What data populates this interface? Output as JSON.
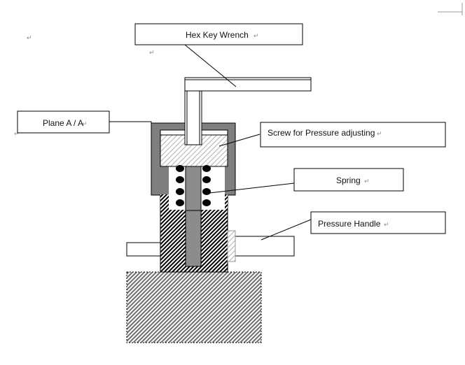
{
  "diagram": {
    "title": "Pressure adjusting valve cross-section",
    "labels": {
      "hex_key_wrench": "Hex Key Wrench",
      "plane": "Plane A / A",
      "screw": "Screw for Pressure adjusting",
      "spring": "Spring",
      "pressure_handle": "Pressure Handle"
    },
    "paragraph_mark": "↵",
    "colors": {
      "housing": "#7f7f7f",
      "shaft": "#8c8c8c",
      "spring_coil": "#000000",
      "outline": "#000000",
      "hatch_dark": "#000000",
      "hatch_base": "#6e6e6e",
      "hatch_light": "#a0a0a0"
    }
  }
}
